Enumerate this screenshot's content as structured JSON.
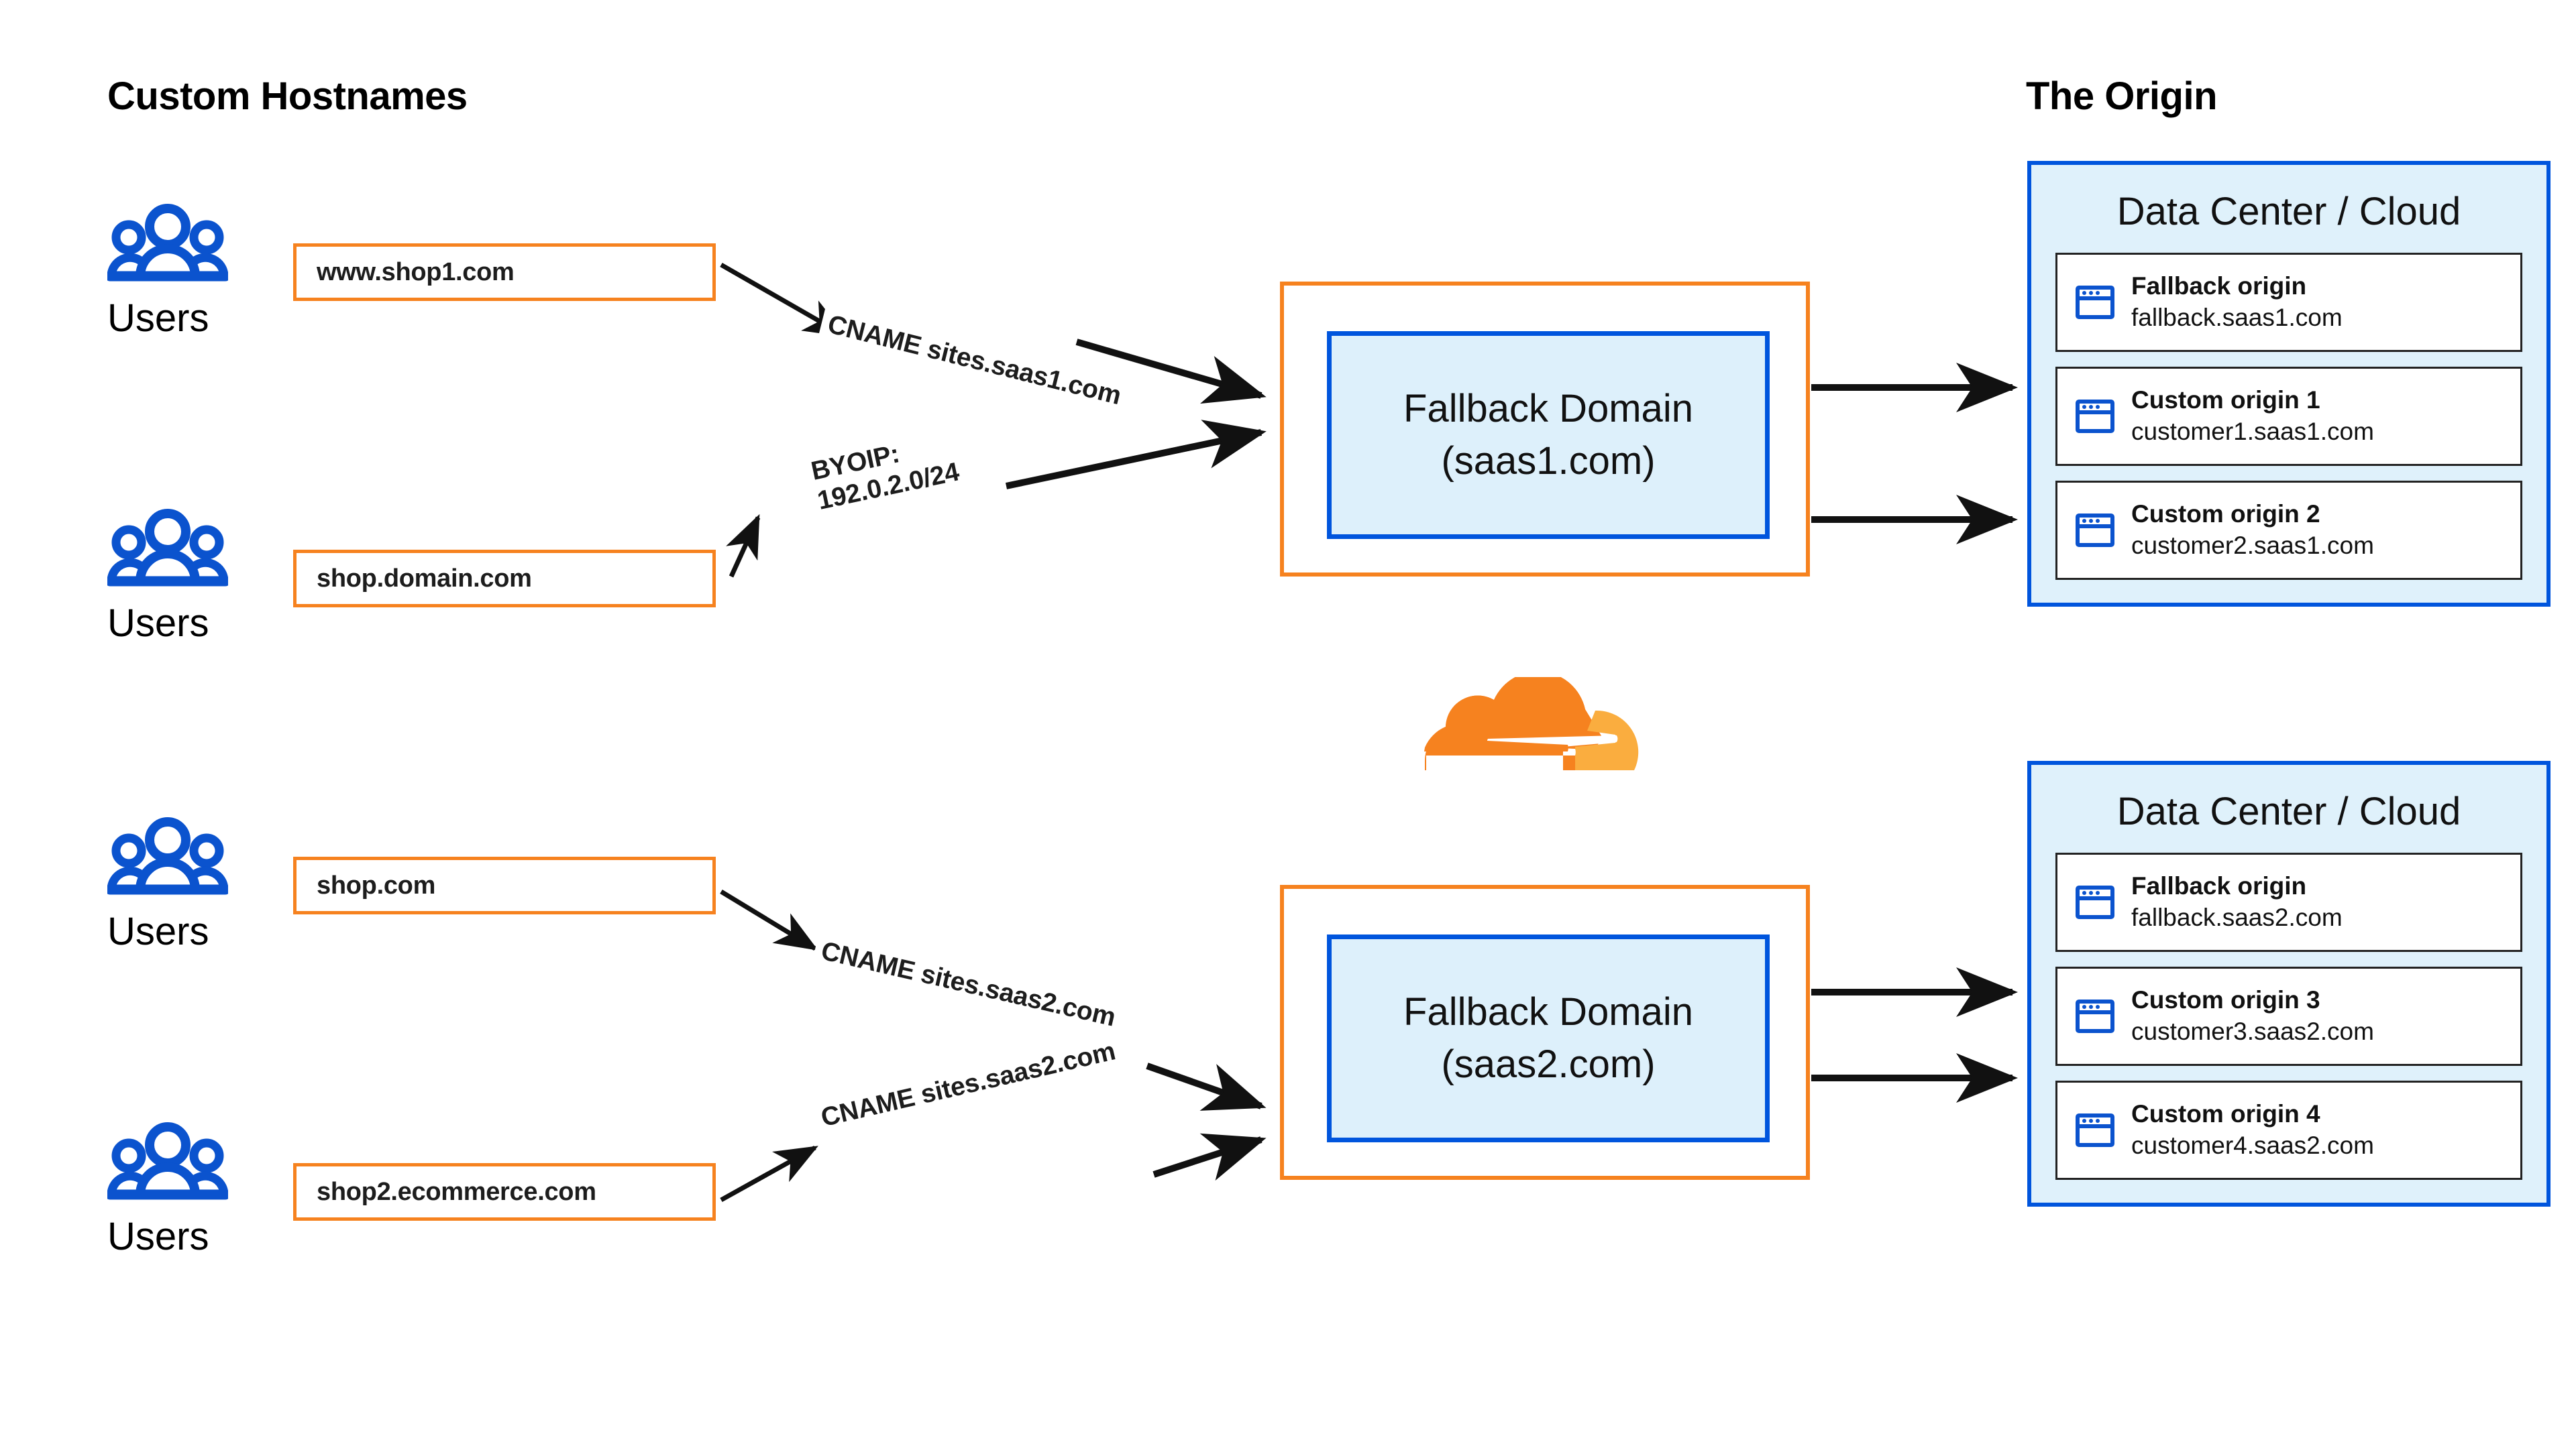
{
  "diagram": {
    "title_left": "Custom Hostnames",
    "title_right": "The Origin",
    "brand": {
      "orange": "#F6821F",
      "orange_light": "#F9A73E",
      "blue": "#0055DD",
      "blue_fill": "#DFF1FB",
      "logo_name": "cloudflare-logo"
    }
  },
  "users": [
    {
      "label": "Users",
      "icon": "users-icon"
    },
    {
      "label": "Users",
      "icon": "users-icon"
    },
    {
      "label": "Users",
      "icon": "users-icon"
    },
    {
      "label": "Users",
      "icon": "users-icon"
    }
  ],
  "hostnames": [
    {
      "value": "www.shop1.com"
    },
    {
      "value": "shop.domain.com"
    },
    {
      "value": "shop.com"
    },
    {
      "value": "shop2.ecommerce.com"
    }
  ],
  "connectors": [
    {
      "label": "CNAME sites.saas1.com",
      "from": "www.shop1.com",
      "to": "saas1"
    },
    {
      "label": "BYOIP:\n192.0.2.0/24",
      "from": "shop.domain.com",
      "to": "saas1"
    },
    {
      "label": "CNAME sites.saas2.com",
      "from": "shop.com",
      "to": "saas2"
    },
    {
      "label": "CNAME sites.saas2.com",
      "from": "shop2.ecommerce.com",
      "to": "saas2"
    }
  ],
  "fallback_domains": [
    {
      "line1": "Fallback Domain",
      "line2": "(saas1.com)"
    },
    {
      "line1": "Fallback Domain",
      "line2": "(saas2.com)"
    }
  ],
  "data_centers": [
    {
      "title": "Data Center / Cloud",
      "origins": [
        {
          "name": "Fallback origin",
          "host": "fallback.saas1.com",
          "icon": "browser-window-icon"
        },
        {
          "name": "Custom origin 1",
          "host": "customer1.saas1.com",
          "icon": "browser-window-icon"
        },
        {
          "name": "Custom origin 2",
          "host": "customer2.saas1.com",
          "icon": "browser-window-icon"
        }
      ]
    },
    {
      "title": "Data Center / Cloud",
      "origins": [
        {
          "name": "Fallback origin",
          "host": "fallback.saas2.com",
          "icon": "browser-window-icon"
        },
        {
          "name": "Custom origin 3",
          "host": "customer3.saas2.com",
          "icon": "browser-window-icon"
        },
        {
          "name": "Custom origin 4",
          "host": "customer4.saas2.com",
          "icon": "browser-window-icon"
        }
      ]
    }
  ]
}
